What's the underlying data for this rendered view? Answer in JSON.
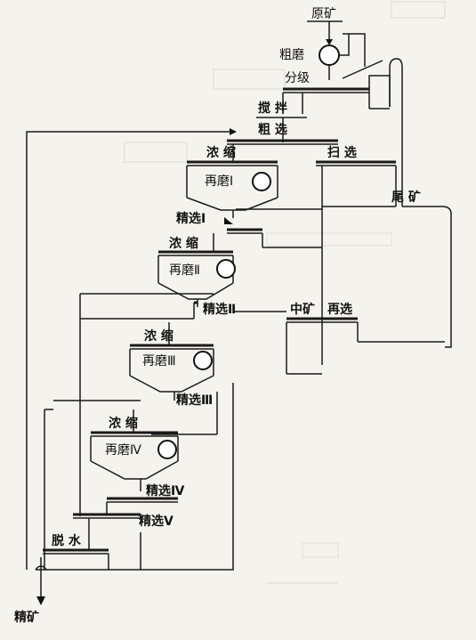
{
  "labels": {
    "raw_ore": "原矿",
    "coarse_grind": "粗磨",
    "classify": "分级",
    "agitate": "搅 拌",
    "rougher": "粗 选",
    "thicken": "浓 缩",
    "scavenge": "扫 选",
    "regrind_1": "再磨Ⅰ",
    "tailings": "尾 矿",
    "clean_1": "精选Ⅰ",
    "regrind_2": "再磨Ⅱ",
    "clean_2": "精选Ⅱ",
    "middlings": "中矿",
    "reclean": "再选",
    "regrind_3": "再磨Ⅲ",
    "clean_3": "精选Ⅲ",
    "regrind_4": "再磨Ⅳ",
    "clean_4": "精选Ⅳ",
    "clean_5": "精选Ⅴ",
    "dewater": "脱 水",
    "concentrate": "精矿"
  }
}
